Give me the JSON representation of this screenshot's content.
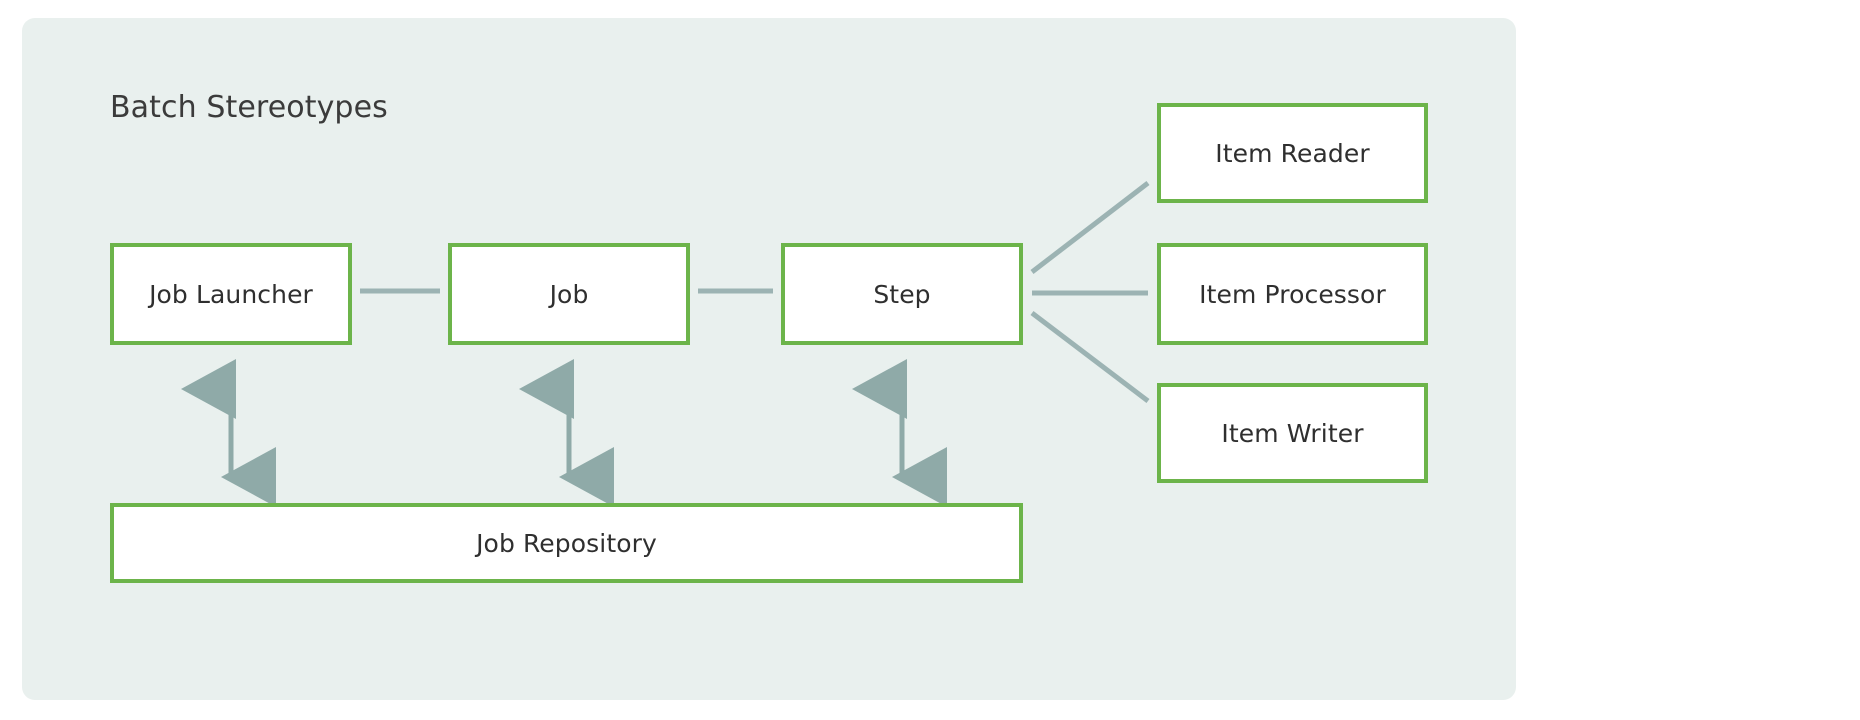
{
  "panel": {
    "background_color": "#e9f0ee",
    "corner_radius": "13px"
  },
  "diagram": {
    "title": "Batch Stereotypes",
    "title_color": "#3b3b3b",
    "node_border_color": "#6cb44a",
    "node_fill_color": "#ffffff",
    "connector_color": "#9cb3b3",
    "type": "block-diagram",
    "nodes": [
      {
        "id": "job-launcher",
        "label": "Job Launcher"
      },
      {
        "id": "job",
        "label": "Job"
      },
      {
        "id": "step",
        "label": "Step"
      },
      {
        "id": "item-reader",
        "label": "Item Reader"
      },
      {
        "id": "item-processor",
        "label": "Item Processor"
      },
      {
        "id": "item-writer",
        "label": "Item Writer"
      },
      {
        "id": "job-repository",
        "label": "Job Repository"
      }
    ],
    "edges": [
      {
        "from": "job-launcher",
        "to": "job",
        "style": "line",
        "arrows": "none"
      },
      {
        "from": "job",
        "to": "step",
        "style": "line",
        "arrows": "none"
      },
      {
        "from": "step",
        "to": "item-reader",
        "style": "diagonal-line",
        "arrows": "none"
      },
      {
        "from": "step",
        "to": "item-processor",
        "style": "line",
        "arrows": "none"
      },
      {
        "from": "step",
        "to": "item-writer",
        "style": "diagonal-line",
        "arrows": "none"
      },
      {
        "from": "job-launcher",
        "to": "job-repository",
        "style": "vertical",
        "arrows": "both"
      },
      {
        "from": "job",
        "to": "job-repository",
        "style": "vertical",
        "arrows": "both"
      },
      {
        "from": "step",
        "to": "job-repository",
        "style": "vertical",
        "arrows": "both"
      }
    ]
  }
}
